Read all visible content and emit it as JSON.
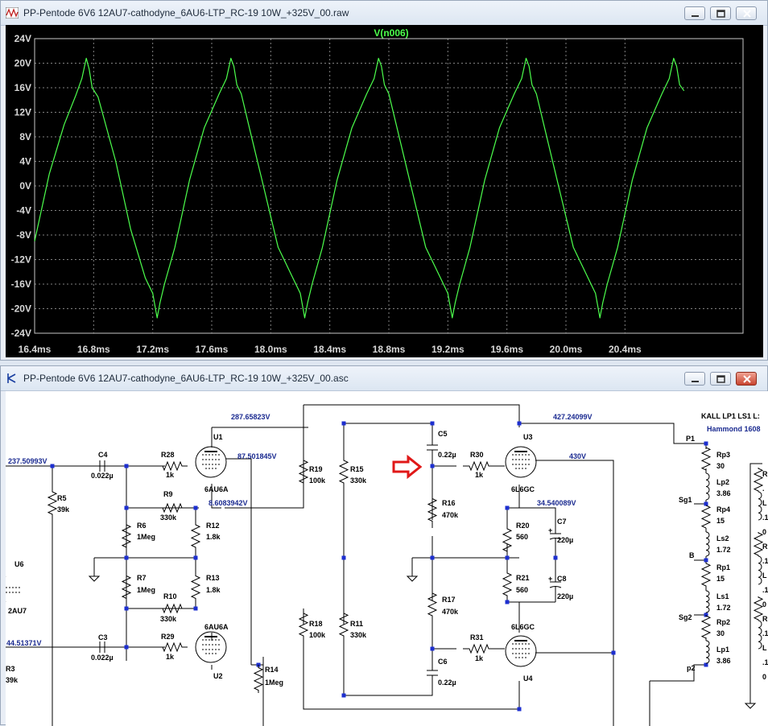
{
  "waveform_window": {
    "title": "PP-Pentode 6V6 12AU7-cathodyne_6AU6-LTP_RC-19 10W_+325V_00.raw",
    "trace_label": "V(n006)",
    "trace_color": "#4cff4c"
  },
  "schematic_window": {
    "title": "PP-Pentode 6V6 12AU7-cathodyne_6AU6-LTP_RC-19 10W_+325V_00.asc"
  },
  "chart_data": {
    "type": "line",
    "title": "V(n006)",
    "xlabel": "",
    "ylabel": "",
    "xlim": [
      16.4,
      21.2
    ],
    "ylim": [
      -24,
      24
    ],
    "grid": true,
    "x_ticks": [
      16.4,
      16.8,
      17.2,
      17.6,
      18.0,
      18.4,
      18.8,
      19.2,
      19.6,
      20.0,
      20.4
    ],
    "x_tick_labels": [
      "16.4ms",
      "16.8ms",
      "17.2ms",
      "17.6ms",
      "18.0ms",
      "18.4ms",
      "18.8ms",
      "19.2ms",
      "19.6ms",
      "20.0ms",
      "20.4ms"
    ],
    "y_ticks": [
      24,
      20,
      16,
      12,
      8,
      4,
      0,
      -4,
      -8,
      -12,
      -16,
      -20,
      -24
    ],
    "y_tick_labels": [
      "24V",
      "20V",
      "16V",
      "12V",
      "8V",
      "4V",
      "0V",
      "-4V",
      "-8V",
      "-12V",
      "-16V",
      "-20V",
      "-24V"
    ],
    "series": [
      {
        "x": [
          16.4,
          16.5,
          16.6,
          16.68,
          16.72,
          16.75,
          16.77,
          16.79,
          16.83,
          16.95,
          17.05,
          17.15,
          17.2,
          17.23,
          17.25,
          17.28,
          17.35,
          17.45,
          17.55,
          17.65,
          17.7,
          17.73,
          17.75,
          17.77,
          17.8,
          17.85,
          17.95,
          18.05,
          18.15,
          18.2,
          18.23,
          18.25,
          18.28,
          18.35,
          18.45,
          18.55,
          18.65,
          18.7,
          18.73,
          18.75,
          18.77,
          18.8,
          18.85,
          18.95,
          19.05,
          19.15,
          19.2,
          19.23,
          19.25,
          19.28,
          19.35,
          19.45,
          19.55,
          19.65,
          19.7,
          19.73,
          19.75,
          19.77,
          19.8,
          19.85,
          19.95,
          20.05,
          20.15,
          20.2,
          20.23,
          20.25,
          20.28,
          20.35,
          20.45,
          20.55,
          20.65,
          20.7,
          20.73,
          20.75,
          20.77,
          20.8
        ],
        "y": [
          -9,
          2,
          10,
          14.8,
          17.5,
          20.8,
          19,
          16,
          14.5,
          4,
          -7,
          -15,
          -17.5,
          -21.5,
          -19,
          -16,
          -10,
          1,
          9.5,
          15,
          17.5,
          20.8,
          19.5,
          16.5,
          15,
          10,
          0,
          -10,
          -15,
          -17.5,
          -21.5,
          -19,
          -16,
          -10,
          1,
          9.5,
          15,
          17.5,
          20.8,
          19.5,
          16.5,
          15,
          10,
          0,
          -10,
          -15,
          -17.5,
          -21.5,
          -19,
          -16,
          -10,
          1,
          9.5,
          15,
          17.5,
          20.8,
          19.5,
          16.5,
          15,
          10,
          0,
          -10,
          -15,
          -17.5,
          -21.5,
          -19,
          -16,
          -10,
          1,
          9.5,
          15,
          17.5,
          20.8,
          19.5,
          16.5,
          15.5
        ]
      }
    ]
  },
  "schematic": {
    "node_labels": {
      "n287": "287.65823V",
      "n427": "427.24099V",
      "n237": "237.50993V",
      "n87": "87.501845V",
      "n86": "8.6083942V",
      "n430": "430V",
      "n34": "34.540089V",
      "n44": "44.51371V"
    },
    "components": {
      "U1": "U1",
      "U1v": "6AU6A",
      "U2": "U2",
      "U2v": "6AU6A",
      "U3": "U3",
      "U3v": "6L6GC",
      "U4": "U4",
      "U4v": "6L6GC",
      "U6": "U6",
      "U6v": "2AU7",
      "C4": "C4",
      "C4v": "0.022µ",
      "C3": "C3",
      "C3v": "0.022µ",
      "C5": "C5",
      "C5v": "0.22µ",
      "C6": "C6",
      "C6v": "0.22µ",
      "C7": "C7",
      "C7v": "220µ",
      "C8": "C8",
      "C8v": "220µ",
      "R28": "R28",
      "R28v": "1k",
      "R29": "R29",
      "R29v": "1k",
      "R30": "R30",
      "R30v": "1k",
      "R31": "R31",
      "R31v": "1k",
      "R9": "R9",
      "R9v": "330k",
      "R10": "R10",
      "R10v": "330k",
      "R6": "R6",
      "R6v": "1Meg",
      "R7": "R7",
      "R7v": "1Meg",
      "R12": "R12",
      "R12v": "1.8k",
      "R13": "R13",
      "R13v": "1.8k",
      "R5": "R5",
      "R5v": "39k",
      "R3": "R3",
      "R3v": "39k",
      "R14": "R14",
      "R14v": "1Meg",
      "R19": "R19",
      "R19v": "100k",
      "R18": "R18",
      "R18v": "100k",
      "R15": "R15",
      "R15v": "330k",
      "R11": "R11",
      "R11v": "330k",
      "R16": "R16",
      "R16v": "470k",
      "R17": "R17",
      "R17v": "470k",
      "R20": "R20",
      "R20v": "560",
      "R21": "R21",
      "R21v": "560"
    },
    "transformer": {
      "directive": "KALL LP1 LS1 L:",
      "model": "Hammond 1608",
      "P1": "P1",
      "P2": "p2",
      "Sg1": "Sg1",
      "Sg2": "Sg2",
      "B": "B",
      "Rp3": "Rp3",
      "Rp3v": "30",
      "Lp2": "Lp2",
      "Lp2v": "3.86",
      "Rp4": "Rp4",
      "Rp4v": "15",
      "Ls2": "Ls2",
      "Ls2v": "1.72",
      "Rp1": "Rp1",
      "Rp1v": "15",
      "Ls1": "Ls1",
      "Ls1v": "1.72",
      "Rp2": "Rp2",
      "Rp2v": "30",
      "Lp1": "Lp1",
      "Lp1v": "3.86"
    },
    "cut_labels": [
      "R",
      ".",
      "L",
      ".1",
      "0",
      "R",
      ".1",
      "L",
      ".1",
      "0",
      "R",
      ".1",
      "L",
      ".1",
      "0"
    ]
  }
}
